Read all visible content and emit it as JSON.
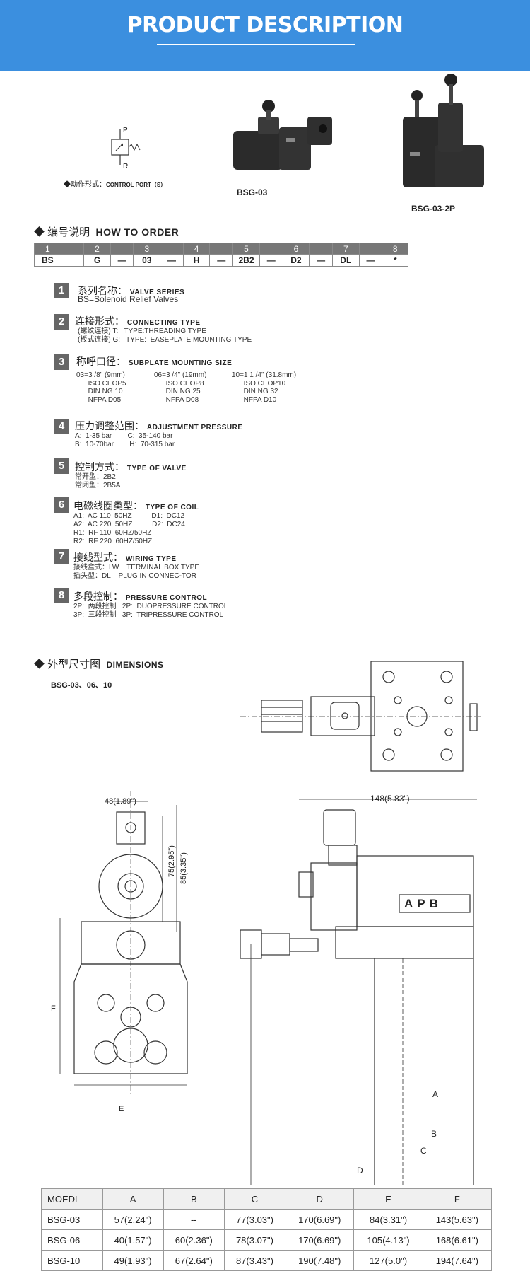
{
  "header": {
    "title": "PRODUCT DESCRIPTION"
  },
  "product": {
    "symbol_caption_cn": "◆动作形式：",
    "symbol_caption_en": "CONTROL PORT（S）",
    "symbol_p": "P",
    "symbol_r": "R",
    "photo1_label": "BSG-03",
    "photo2_label": "BSG-03-2P"
  },
  "order": {
    "heading_cn": "◆ 编号说明",
    "heading_en": "HOW TO ORDER",
    "numbers": [
      "1",
      "",
      "2",
      "",
      "3",
      "",
      "4",
      "",
      "5",
      "",
      "6",
      "",
      "7",
      "",
      "8"
    ],
    "codes": [
      "BS",
      "",
      "G",
      "—",
      "03",
      "—",
      "H",
      "—",
      "2B2",
      "—",
      "D2",
      "—",
      "DL",
      "—",
      "*"
    ]
  },
  "items": [
    {
      "num": "1",
      "cn": "系列名称：",
      "en": "VALVE SERIES",
      "lines": [
        "BS=Solenoid Relief Valves"
      ]
    },
    {
      "num": "2",
      "cn": "连接形式：",
      "en": "CONNECTING TYPE",
      "lines": [
        "(螺纹连接) T:   TYPE:THREADING TYPE",
        "(板式连接) G:   TYPE:  EASEPLATE MOUNTING TYPE"
      ]
    },
    {
      "num": "3",
      "cn": "称呼口径：",
      "en": "SUBPLATE MOUNTING SIZE",
      "grid": [
        [
          "03=3 /8\" (9mm)",
          "06=3 /4\" (19mm)",
          "10=1 1 /4\" (31.8mm)"
        ],
        [
          "      ISO CEOP5",
          "      ISO CEOP8",
          "      ISO CEOP10"
        ],
        [
          "      DIN NG 10",
          "      DIN NG 25",
          "      DIN NG 32"
        ],
        [
          "      NFPA D05",
          "      NFPA D08",
          "      NFPA D10"
        ]
      ]
    },
    {
      "num": "4",
      "cn": "压力调整范围：",
      "en": "ADJUSTMENT PRESSURE",
      "lines": [
        "A:  1-35 bar        C:  35-140 bar",
        "B:  10-70bar        H:  70-315 bar"
      ]
    },
    {
      "num": "5",
      "cn": "控制方式：",
      "en": "TYPE OF VALVE",
      "lines": [
        "常开型：2B2",
        "常闭型：2B5A"
      ]
    },
    {
      "num": "6",
      "cn": "电磁线圈类型：",
      "en": "TYPE OF COIL",
      "lines": [
        "A1:  AC 110  50HZ          D1:  DC12",
        "A2:  AC 220  50HZ          D2:  DC24",
        "R1:  RF 110  60HZ/50HZ",
        "R2:  RF 220  60HZ/50HZ"
      ]
    },
    {
      "num": "7",
      "cn": "接线型式：",
      "en": "WIRING TYPE",
      "lines": [
        "接线盒式：LW    TERMINAL BOX TYPE",
        "插头型：DL    PLUG IN CONNEC-TOR"
      ]
    },
    {
      "num": "8",
      "cn": "多段控制：",
      "en": "PRESSURE CONTROL",
      "lines": [
        "2P:  两段控制   2P:  DUOPRESSURE CONTROL",
        "3P:  三段控制   3P:  TRIPRESSURE CONTROL"
      ]
    }
  ],
  "dimensions": {
    "heading_cn": "◆ 外型尺寸图",
    "heading_en": "DIMENSIONS",
    "subtitle": "BSG-03、06、10",
    "labels": {
      "w48": "48(1.89\")",
      "w148": "148(5.83\")",
      "h75": "75(2.95\")",
      "h85": "85(3.35\")",
      "F": "F",
      "E": "E",
      "A": "A",
      "B": "B",
      "C": "C",
      "D": "D",
      "apb": "APB"
    },
    "table": {
      "headers": [
        "MOEDL",
        "A",
        "B",
        "C",
        "D",
        "E",
        "F"
      ],
      "rows": [
        [
          "BSG-03",
          "57(2.24\")",
          "--",
          "77(3.03\")",
          "170(6.69\")",
          "84(3.31\")",
          "143(5.63\")"
        ],
        [
          "BSG-06",
          "40(1.57\")",
          "60(2.36\")",
          "78(3.07\")",
          "170(6.69\")",
          "105(4.13\")",
          "168(6.61\")"
        ],
        [
          "BSG-10",
          "49(1.93\")",
          "67(2.64\")",
          "87(3.43\")",
          "190(7.48\")",
          "127(5.0\")",
          "194(7.64\")"
        ]
      ]
    }
  },
  "colors": {
    "banner": "#3b8fdf",
    "badge": "#666666",
    "order_bar": "#777777"
  }
}
